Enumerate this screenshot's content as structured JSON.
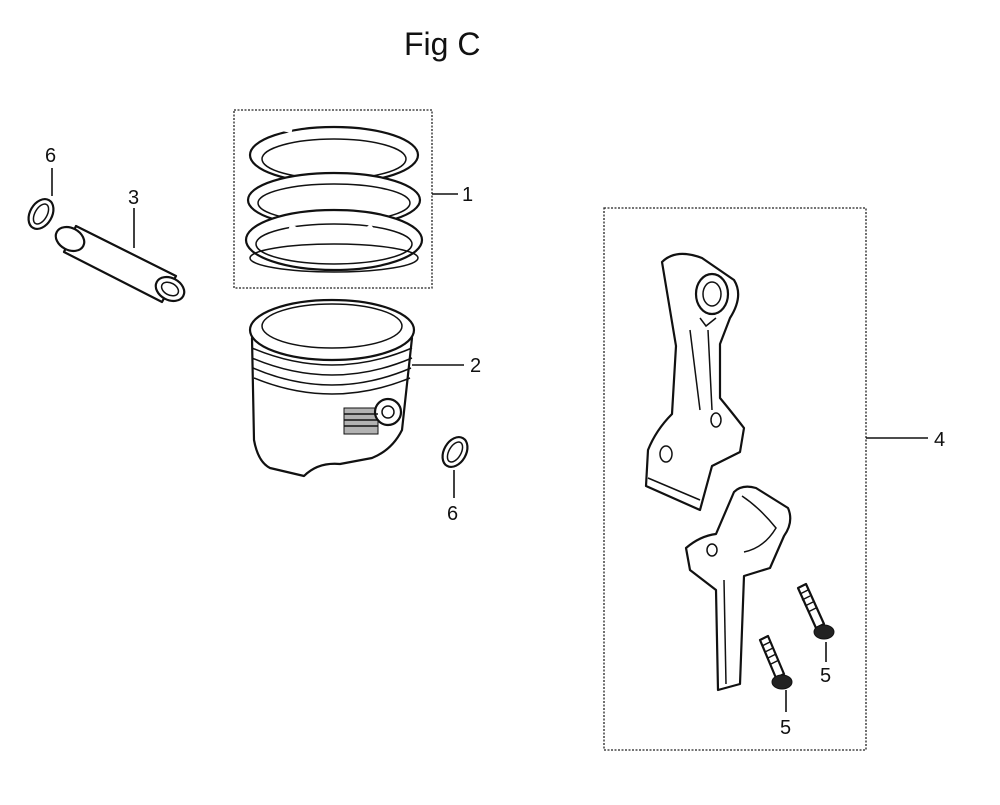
{
  "figure": {
    "title": "Fig C"
  },
  "callouts": {
    "piston_ring_set": "1",
    "piston": "2",
    "piston_pin": "3",
    "connecting_rod": "4",
    "rod_bolt_a": "5",
    "rod_bolt_b": "5",
    "clip_left": "6",
    "clip_right": "6"
  }
}
